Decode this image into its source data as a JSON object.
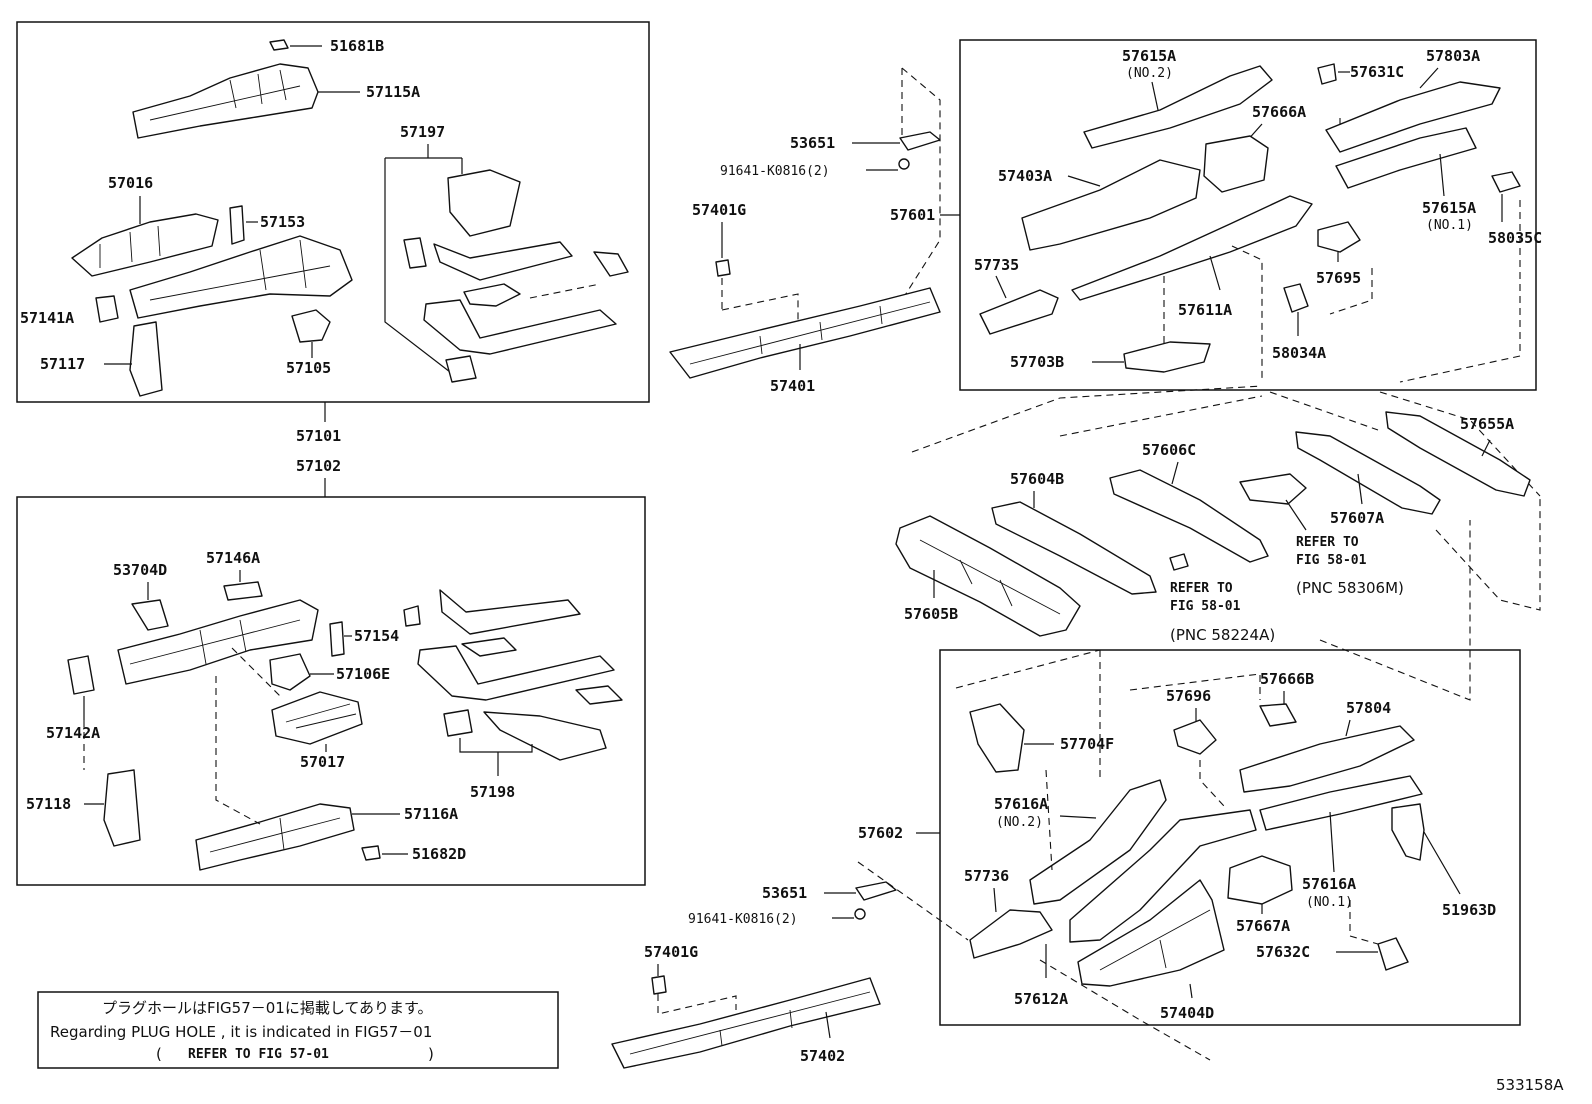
{
  "diagram": {
    "groups": {
      "upper_left": "57101",
      "lower_left": "57102",
      "upper_right": "57601",
      "lower_right": "57602"
    },
    "parts": {
      "p51681B": "51681B",
      "p57115A": "57115A",
      "p57197": "57197",
      "p57016": "57016",
      "p57153": "57153",
      "p57141A": "57141A",
      "p57117": "57117",
      "p57105": "57105",
      "p53704D": "53704D",
      "p57146A": "57146A",
      "p57154": "57154",
      "p57106E": "57106E",
      "p57142A": "57142A",
      "p57017": "57017",
      "p57198": "57198",
      "p57118": "57118",
      "p57116A": "57116A",
      "p51682D": "51682D",
      "p53651_a": "53651",
      "p91641_a": "91641-K0816(2)",
      "p57401G_a": "57401G",
      "p57401": "57401",
      "p57615A_no2": "57615A",
      "no2_a": "(NO.2)",
      "p57666A": "57666A",
      "p57631C": "57631C",
      "p57803A": "57803A",
      "p57403A": "57403A",
      "p57615A_no1": "57615A",
      "no1_a": "(NO.1)",
      "p58035C": "58035C",
      "p57735": "57735",
      "p57695": "57695",
      "p57611A": "57611A",
      "p57703B": "57703B",
      "p58034A": "58034A",
      "p57655A": "57655A",
      "p57606C": "57606C",
      "p57604B": "57604B",
      "p57607A": "57607A",
      "p57605B": "57605B",
      "p57666B": "57666B",
      "p57696": "57696",
      "p57804": "57804",
      "p57704F": "57704F",
      "p57616A_no2": "57616A",
      "no2_b": "(NO.2)",
      "p57616A_no1": "57616A",
      "no1_b": "(NO.1)",
      "p57736": "57736",
      "p51963D": "51963D",
      "p57667A": "57667A",
      "p57632C": "57632C",
      "p57612A": "57612A",
      "p57404D": "57404D",
      "p53651_b": "53651",
      "p91641_b": "91641-K0816(2)",
      "p57401G_b": "57401G",
      "p57402": "57402"
    },
    "refer": {
      "r1_line1": "REFER TO",
      "r1_line2": "FIG 58-01",
      "r1_pnc": "(PNC 58306M)",
      "r2_line1": "REFER TO",
      "r2_line2": "FIG 58-01",
      "r2_pnc": "(PNC 58224A)"
    },
    "note": {
      "line1": "プラグホールはFIG57－01に掲載してあります。",
      "line2": "Regarding  PLUG HOLE , it is indicated in FIG57－01",
      "open": "(",
      "refer": "REFER TO FIG 57-01",
      "close": ")"
    },
    "figure_id": "533158A"
  }
}
